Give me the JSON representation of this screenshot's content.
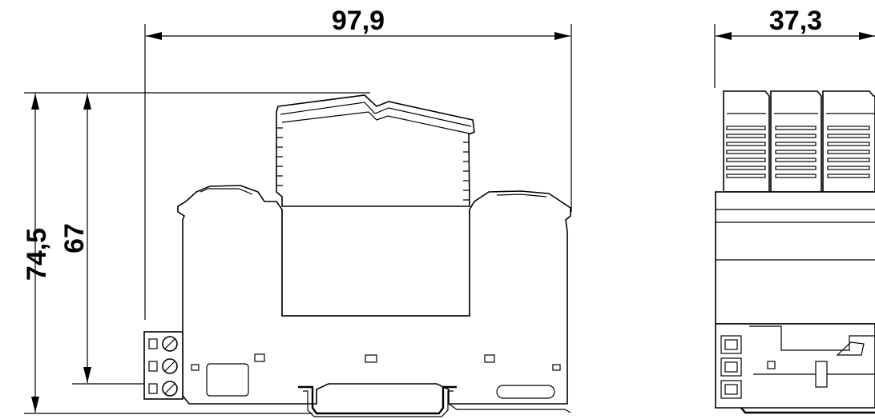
{
  "dimensions": {
    "width_front": "97,9",
    "height_total": "74,5",
    "height_body": "67",
    "width_side": "37,3"
  }
}
